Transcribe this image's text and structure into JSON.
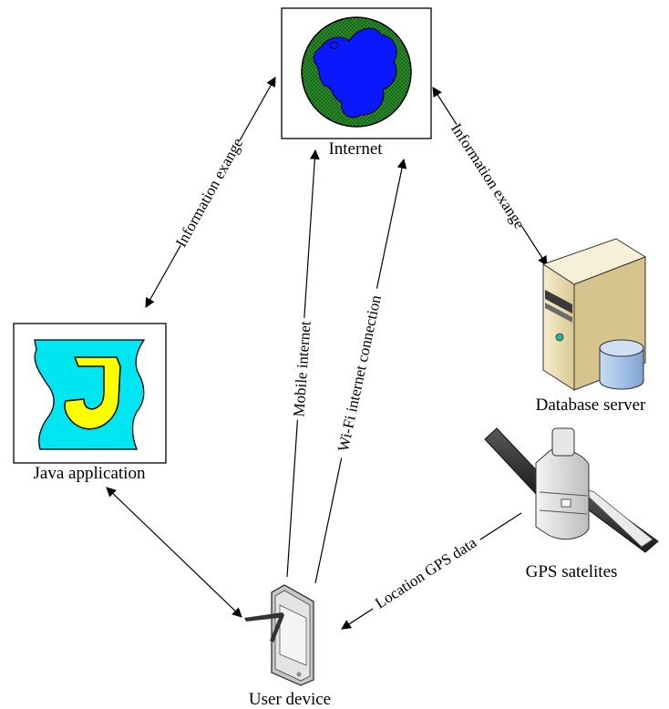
{
  "diagram": {
    "nodes": {
      "internet": {
        "label": "Internet"
      },
      "java_app": {
        "label": "Java application"
      },
      "database": {
        "label": "Database server"
      },
      "satellite": {
        "label": "GPS satelites"
      },
      "user_device": {
        "label": "User device"
      }
    },
    "edges": {
      "java_internet": {
        "label": "Information exange"
      },
      "internet_database": {
        "label": "Information exange"
      },
      "mobile_internet": {
        "label": "Mobile internet"
      },
      "wifi": {
        "label": "Wi-Fi internet connection"
      },
      "gps": {
        "label": "Location GPS data"
      }
    }
  },
  "colors": {
    "globe_ocean": "#1e7b1e",
    "globe_land": "#0a18ff",
    "java_bg": "#00e6f0",
    "java_logo": "#ffff00",
    "server_body": "#efe3b5",
    "db_cylinder": "#a9c6e8"
  },
  "icons": [
    "globe-icon",
    "java-logo-icon",
    "server-icon",
    "database-icon",
    "satellite-icon",
    "tablet-icon"
  ]
}
